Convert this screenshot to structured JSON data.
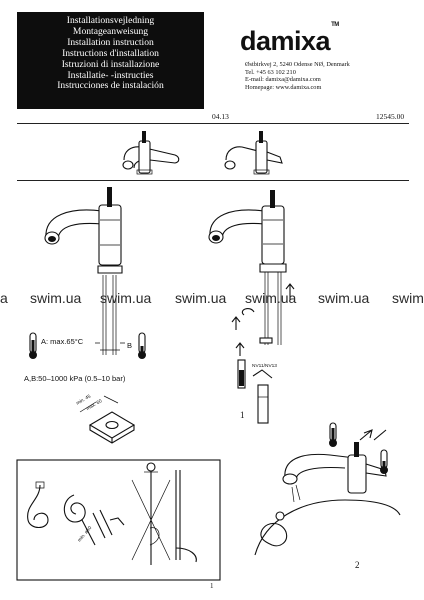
{
  "header": {
    "titles": [
      "Installationsvejledning",
      "Montageanweisung",
      "Installation instruction",
      "Instructions d'installation",
      "Istruzioni di installazione",
      "Installatie- -instructies",
      "Instrucciones de instalación"
    ],
    "brand": "damixa",
    "brand_mark": "TM",
    "address": [
      "Østbirkvej 2, 5240 Odense NØ, Denmark",
      "Tel. +45 63 102 210",
      "E-mail: damixa@damixa.com",
      "Homepage: www.damixa.com"
    ],
    "date_code": "04.13",
    "product_code": "12545.00"
  },
  "watermark": {
    "text": "swim.ua",
    "partial_left": "a"
  },
  "labels": {
    "hot_temp": "A:  max.65°C",
    "cold_letter": "B",
    "pressure": "A,B:50–1000  kPa  (0.5–10  bar)",
    "step1": "1",
    "step2": "2",
    "wrench": "NV11/NV13",
    "dim1": "min. 45",
    "dim2": "max. 60",
    "bend": "min. ø50"
  },
  "page_number": "1"
}
